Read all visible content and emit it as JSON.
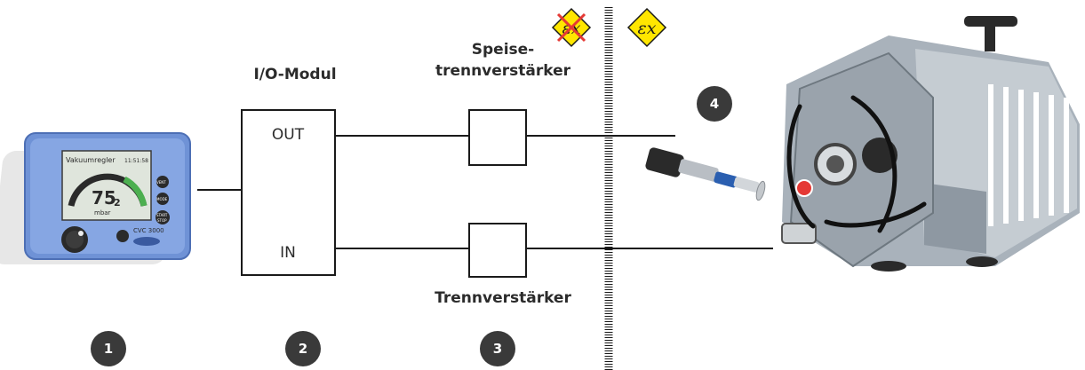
{
  "labels": {
    "io_module": "I/O-Modul",
    "supply_line1": "Speise-",
    "supply_line2": "trennverstärker",
    "isolating_amp": "Trennverstärker",
    "port_out": "OUT",
    "port_in": "IN"
  },
  "controller": {
    "screen_title": "Vakuumregler",
    "screen_time": "11:51:58",
    "screen_value_main": "75",
    "screen_value_sub": "2",
    "screen_unit": "mbar",
    "btn_vent": "VENT",
    "btn_mode": "MODE",
    "btn_start": "START",
    "btn_stop": "STOP",
    "model": "CVC 3000"
  },
  "markers": [
    "1",
    "2",
    "3",
    "4"
  ],
  "colors": {
    "line": "#1a1a1a",
    "badge": "#3a3a3a",
    "ex_yellow": "#ffe600",
    "ex_cross": "#e53935",
    "controller_blue": "#6f92d6",
    "pump_grey": "#a9b2bb"
  }
}
